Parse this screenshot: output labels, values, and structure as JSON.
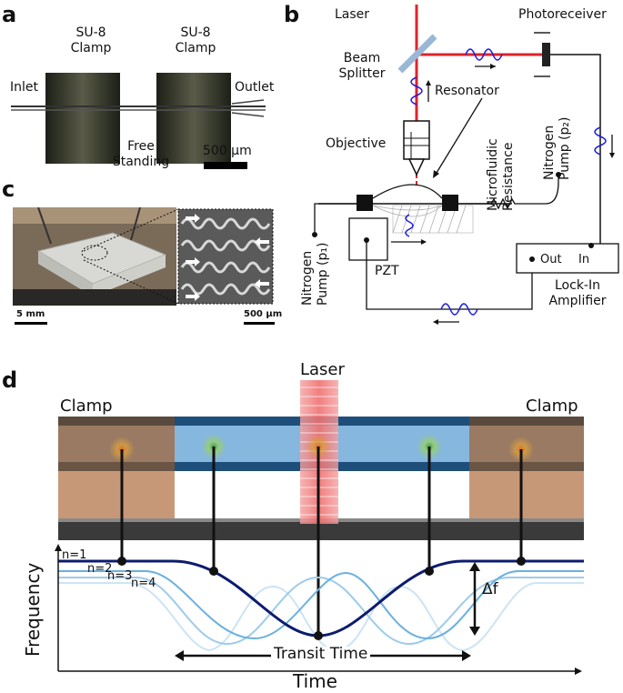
{
  "panel_a": {
    "letter": "a",
    "inlet": "Inlet",
    "outlet": "Outlet",
    "clamp_left": [
      "SU-8",
      "Clamp"
    ],
    "clamp_right": [
      "SU-8",
      "Clamp"
    ],
    "free_standing": [
      "Free",
      "Standing"
    ],
    "scale_bar": "500 µm"
  },
  "panel_b": {
    "letter": "b",
    "laser": "Laser",
    "photoreceiver": "Photoreceiver",
    "beam_splitter": [
      "Beam",
      "Splitter"
    ],
    "resonator": "Resonator",
    "objective": "Objective",
    "microfluidic_resistance": [
      "Microfluidic",
      "Resistance"
    ],
    "nitrogen_pump_p2": [
      "Nitrogen",
      "Pump (p₂)"
    ],
    "nitrogen_pump_p1": [
      "Nitrogen",
      "Pump (p₁)"
    ],
    "pzt": "PZT",
    "out": "Out",
    "in": "In",
    "lock_in_amplifier": [
      "Lock-In",
      "Amplifier"
    ]
  },
  "panel_c": {
    "letter": "c",
    "scale_left": "5 mm",
    "scale_right": "500 µm"
  },
  "panel_d": {
    "letter": "d",
    "laser": "Laser",
    "clamp_left": "Clamp",
    "clamp_right": "Clamp",
    "modes": [
      "n=1",
      "n=2",
      "n=3",
      "n=4"
    ],
    "delta_f": "Δf",
    "transit_time": "Transit Time",
    "y_axis": "Frequency",
    "x_axis": "Time"
  },
  "colors": {
    "laser_red": "#e0222a",
    "signal_blue": "#1a1ae0",
    "mode1": "#0d1b6e",
    "channel_blue": "#7fb4df",
    "clamp_brown": "#b98a6a",
    "laser_pink": "#f07a7a"
  }
}
